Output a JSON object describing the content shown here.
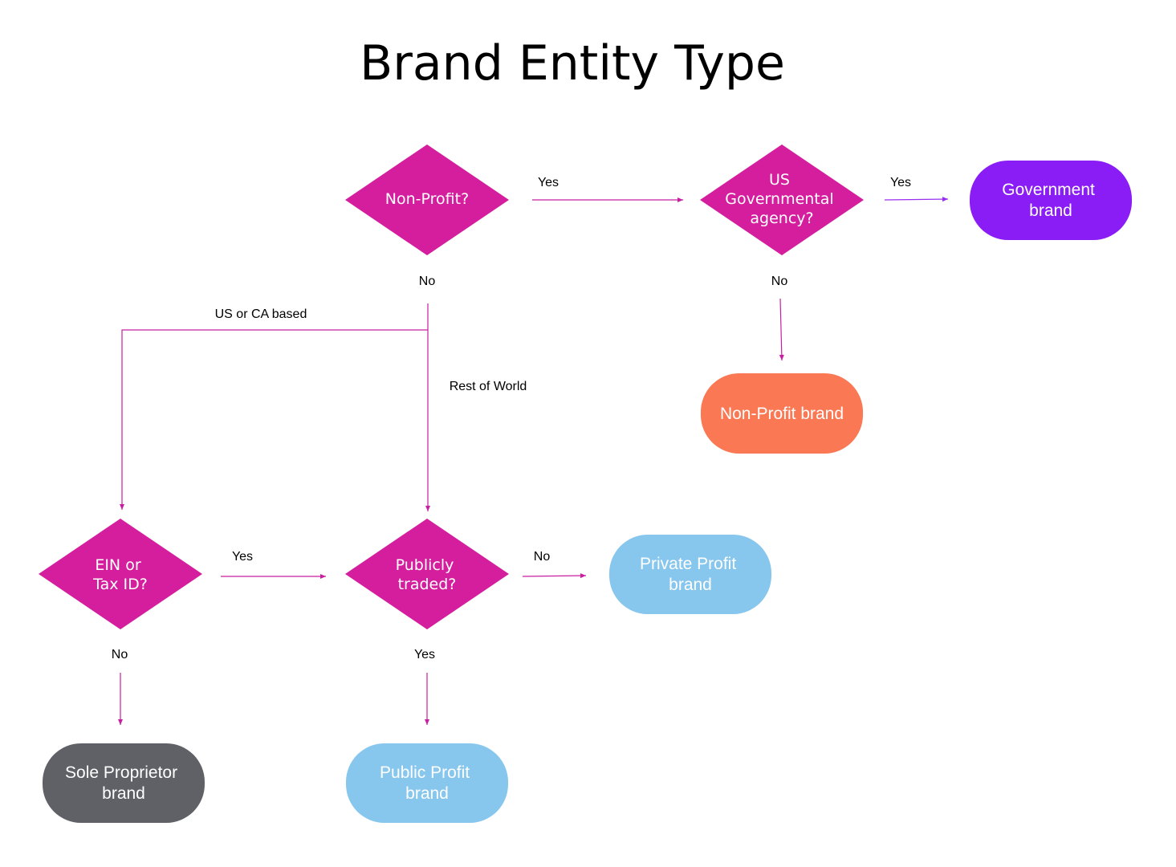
{
  "title": "Brand Entity Type",
  "colors": {
    "decision": "#d41e9e",
    "government": "#8a1cf5",
    "non_profit": "#fa7854",
    "profit": "#87c6ed",
    "sole_proprietor": "#5f6166",
    "edge_magenta": "#c81ea0",
    "edge_purple": "#9a2ef0"
  },
  "decisions": {
    "non_profit": [
      "Non-Profit?"
    ],
    "us_gov": [
      "US",
      "Governmental",
      "agency?"
    ],
    "ein": [
      "EIN or",
      "Tax ID?"
    ],
    "public": [
      "Publicly",
      "traded?"
    ]
  },
  "outcomes": {
    "government": [
      "Government",
      "brand"
    ],
    "non_profit": [
      "Non-Profit brand"
    ],
    "private_profit": [
      "Private Profit",
      "brand"
    ],
    "sole_proprietor": [
      "Sole Proprietor",
      "brand"
    ],
    "public_profit": [
      "Public Profit",
      "brand"
    ]
  },
  "edge_labels": {
    "nonprofit_yes": "Yes",
    "gov_yes": "Yes",
    "nonprofit_no": "No",
    "gov_no": "No",
    "us_ca": "US or CA based",
    "rest_world": "Rest of World",
    "ein_yes": "Yes",
    "public_no": "No",
    "ein_no": "No",
    "public_yes": "Yes"
  }
}
